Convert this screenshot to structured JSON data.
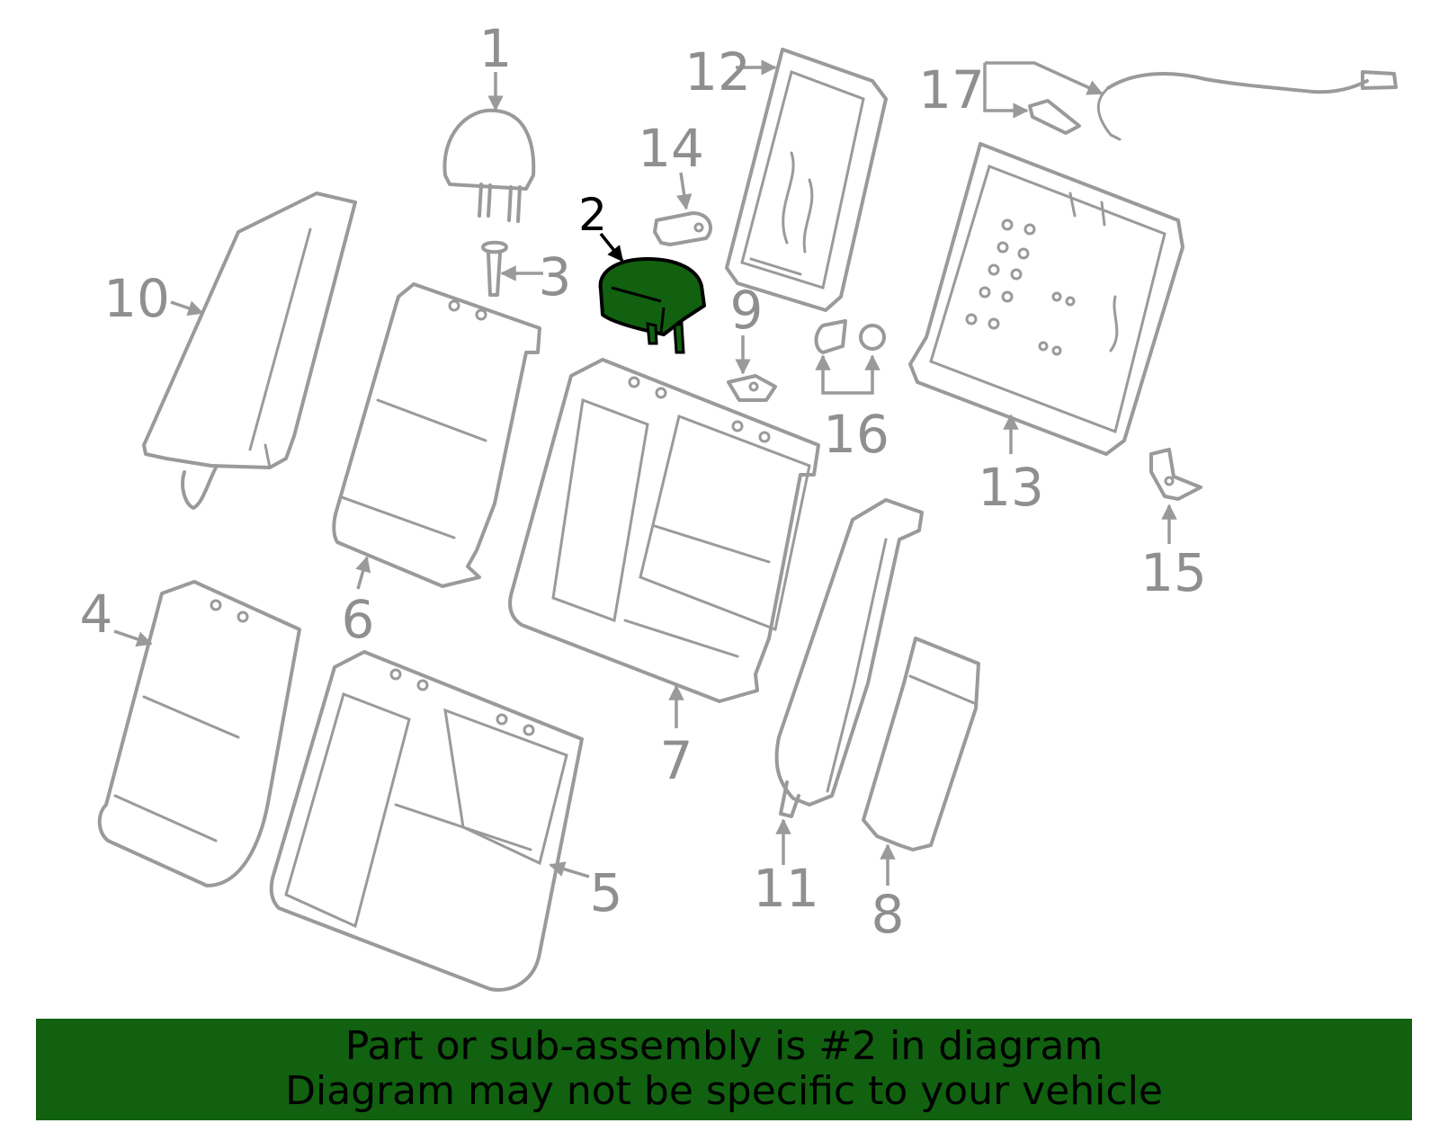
{
  "diagram": {
    "highlight_color": "#116110",
    "line_color": "#9a9a9a",
    "callouts": [
      "1",
      "2",
      "3",
      "4",
      "5",
      "6",
      "7",
      "8",
      "9",
      "10",
      "11",
      "12",
      "13",
      "14",
      "15",
      "16",
      "17"
    ]
  },
  "banner": {
    "line1": "Part or sub-assembly is #2 in diagram",
    "line2": "Diagram may not be specific to your vehicle",
    "color": "#116110"
  }
}
